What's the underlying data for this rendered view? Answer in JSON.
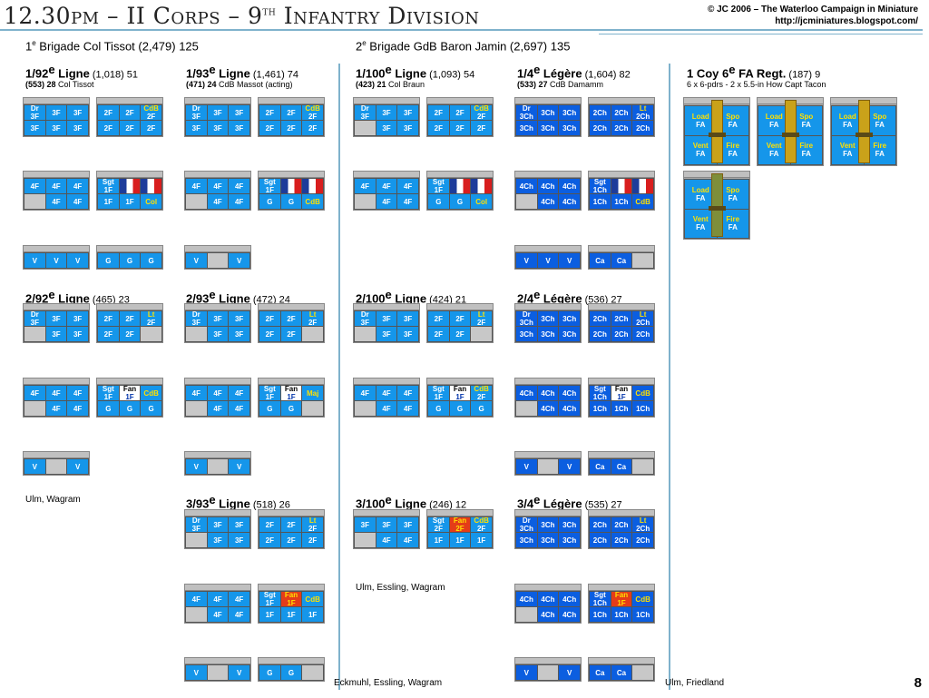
{
  "header": {
    "title_parts": [
      "12.30pm – II Corps – 9",
      "th",
      " Infantry Division"
    ],
    "credit_line1": "© JC 2006 – The Waterloo Campaign in Miniature",
    "credit_line2": "http://jcminiatures.blogspot.com/"
  },
  "page_number": "8",
  "brigades": [
    {
      "p1": "1",
      "p2": "e",
      "p3": " Brigade Col Tissot (2,479) 125"
    },
    {
      "p1": "2",
      "p2": "e",
      "p3": " Brigade GdB Baron Jamin (2,697) 135"
    }
  ],
  "battalions": [
    {
      "id": "b1",
      "name": "1/92",
      "sup": "e",
      "rest": " Ligne",
      "stats": " (1,018) 51",
      "sub_b": "(553) 28",
      "sub": " Col Tissot"
    },
    {
      "id": "b2",
      "name": "1/93",
      "sup": "e",
      "rest": " Ligne",
      "stats": " (1,461) 74",
      "sub_b": "(471) 24",
      "sub": " CdB Massot (acting)"
    },
    {
      "id": "b3",
      "name": "1/100",
      "sup": "e",
      "rest": " Ligne",
      "stats": " (1,093) 54",
      "sub_b": "(423) 21",
      "sub": " Col Braun"
    },
    {
      "id": "b4",
      "name": "1/4",
      "sup": "e",
      "rest": " Légère",
      "stats": " (1,604) 82",
      "sub_b": "(533) 27",
      "sub": " CdB Damamm"
    },
    {
      "id": "b5",
      "name": "2/92",
      "sup": "e",
      "rest": " Ligne",
      "stats": " (465) 23",
      "sub_b": "",
      "sub": ""
    },
    {
      "id": "b6",
      "name": "2/93",
      "sup": "e",
      "rest": " Ligne",
      "stats": " (472) 24",
      "sub_b": "",
      "sub": ""
    },
    {
      "id": "b7",
      "name": "2/100",
      "sup": "e",
      "rest": " Ligne",
      "stats": " (424) 21",
      "sub_b": "",
      "sub": ""
    },
    {
      "id": "b8",
      "name": "2/4",
      "sup": "e",
      "rest": " Légère",
      "stats": " (536) 27",
      "sub_b": "",
      "sub": ""
    },
    {
      "id": "b9",
      "name": "3/93",
      "sup": "e",
      "rest": " Ligne",
      "stats": " (518) 26",
      "sub_b": "",
      "sub": ""
    },
    {
      "id": "b10",
      "name": "3/100",
      "sup": "e",
      "rest": " Ligne",
      "stats": " (246) 12",
      "sub_b": "",
      "sub": ""
    },
    {
      "id": "b11",
      "name": "3/4",
      "sup": "e",
      "rest": " Légère",
      "stats": " (535) 27",
      "sub_b": "",
      "sub": ""
    }
  ],
  "artillery": {
    "name": "1 Coy 6",
    "sup": "e",
    "rest": " FA Regt.",
    "stats": " (187) 9",
    "sub": "6 x 6-pdrs - 2 x 5.5-in How Capt Tacon",
    "cells": [
      "Load\nFA",
      "Spo\nFA",
      "Vent\nFA",
      "Fire\nFA"
    ]
  },
  "notes": [
    "Ulm, Wagram",
    "Ulm, Essling, Wagram",
    "Eckmuhl, Essling, Wagram",
    "Ulm, Friedland"
  ],
  "trays": [
    {
      "id": "b1-1",
      "cells": [
        "Dr\n3F",
        "3F",
        "3F",
        "3F",
        "3F",
        "3F"
      ]
    },
    {
      "id": "b1-2",
      "cells": [
        "2F",
        "2F",
        "CdB\n2F",
        "2F",
        "2F",
        "2F"
      ]
    },
    {
      "id": "b1-3",
      "cells": [
        "4F",
        "4F",
        "4F",
        "",
        "4F",
        "4F"
      ]
    },
    {
      "id": "b1-4",
      "cells": [
        "Sgt\n1F",
        "FLAG",
        "",
        "1F",
        "1F",
        "Col"
      ]
    },
    {
      "id": "b1-5",
      "cells": [
        "V",
        "V",
        "V"
      ]
    },
    {
      "id": "b1-6",
      "cells": [
        "G",
        "G",
        "G"
      ]
    },
    {
      "id": "b2-1",
      "cells": [
        "Dr\n3F",
        "3F",
        "3F",
        "3F",
        "3F",
        "3F"
      ]
    },
    {
      "id": "b2-2",
      "cells": [
        "2F",
        "2F",
        "CdB\n2F",
        "2F",
        "2F",
        "2F"
      ]
    },
    {
      "id": "b2-3",
      "cells": [
        "4F",
        "4F",
        "4F",
        "",
        "4F",
        "4F"
      ]
    },
    {
      "id": "b2-4",
      "cells": [
        "Sgt\n1F",
        "FLAG",
        "",
        "G",
        "G",
        "CdB"
      ]
    },
    {
      "id": "b2-5",
      "cells": [
        "V",
        "",
        "V"
      ]
    },
    {
      "id": "b3-1",
      "cells": [
        "Dr\n3F",
        "3F",
        "3F",
        "",
        "3F",
        "3F"
      ]
    },
    {
      "id": "b3-2",
      "cells": [
        "2F",
        "2F",
        "CdB\n2F",
        "2F",
        "2F",
        "2F"
      ]
    },
    {
      "id": "b3-3",
      "cells": [
        "4F",
        "4F",
        "4F",
        "",
        "4F",
        "4F"
      ]
    },
    {
      "id": "b3-4",
      "cells": [
        "Sgt\n1F",
        "FLAG",
        "",
        "G",
        "G",
        "Col"
      ]
    },
    {
      "id": "b4-1",
      "cells": [
        "Dr\n3Ch",
        "3Ch",
        "3Ch",
        "3Ch",
        "3Ch",
        "3Ch"
      ]
    },
    {
      "id": "b4-2",
      "cells": [
        "2Ch",
        "2Ch",
        "Lt\n2Ch",
        "2Ch",
        "2Ch",
        "2Ch"
      ]
    },
    {
      "id": "b4-3",
      "cells": [
        "4Ch",
        "4Ch",
        "4Ch",
        "",
        "4Ch",
        "4Ch"
      ]
    },
    {
      "id": "b4-4",
      "cells": [
        "Sgt\n1Ch",
        "FLAG",
        "",
        "1Ch",
        "1Ch",
        "CdB"
      ]
    },
    {
      "id": "b4-5",
      "cells": [
        "V",
        "V",
        "V"
      ]
    },
    {
      "id": "b4-6",
      "cells": [
        "Ca",
        "Ca",
        ""
      ]
    },
    {
      "id": "b5-1",
      "cells": [
        "Dr\n3F",
        "3F",
        "3F",
        "",
        "3F",
        "3F"
      ]
    },
    {
      "id": "b5-2",
      "cells": [
        "2F",
        "2F",
        "Lt\n2F",
        "2F",
        "2F",
        ""
      ]
    },
    {
      "id": "b5-3",
      "cells": [
        "4F",
        "4F",
        "4F",
        "",
        "4F",
        "4F"
      ]
    },
    {
      "id": "b5-4",
      "cells": [
        "Sgt\n1F",
        "Fan\n1F",
        "CdB",
        "G",
        "G",
        "G"
      ]
    },
    {
      "id": "b5-5",
      "cells": [
        "V",
        "",
        "V"
      ]
    },
    {
      "id": "b6-1",
      "cells": [
        "Dr\n3F",
        "3F",
        "3F",
        "",
        "3F",
        "3F"
      ]
    },
    {
      "id": "b6-2",
      "cells": [
        "2F",
        "2F",
        "Lt\n2F",
        "2F",
        "2F",
        ""
      ]
    },
    {
      "id": "b6-3",
      "cells": [
        "4F",
        "4F",
        "4F",
        "",
        "4F",
        "4F"
      ]
    },
    {
      "id": "b6-4",
      "cells": [
        "Sgt\n1F",
        "Fan\n1F",
        "Maj",
        "G",
        "G",
        ""
      ]
    },
    {
      "id": "b6-5",
      "cells": [
        "V",
        "",
        "V"
      ]
    },
    {
      "id": "b7-1",
      "cells": [
        "Dr\n3F",
        "3F",
        "3F",
        "",
        "3F",
        "3F"
      ]
    },
    {
      "id": "b7-2",
      "cells": [
        "2F",
        "2F",
        "Lt\n2F",
        "2F",
        "2F",
        ""
      ]
    },
    {
      "id": "b7-3",
      "cells": [
        "4F",
        "4F",
        "4F",
        "",
        "4F",
        "4F"
      ]
    },
    {
      "id": "b7-4",
      "cells": [
        "Sgt\n1F",
        "Fan\n1F",
        "CdB\n2F",
        "G",
        "G",
        "G"
      ]
    },
    {
      "id": "b8-1",
      "cells": [
        "Dr\n3Ch",
        "3Ch",
        "3Ch",
        "3Ch",
        "3Ch",
        "3Ch"
      ]
    },
    {
      "id": "b8-2",
      "cells": [
        "2Ch",
        "2Ch",
        "Lt\n2Ch",
        "2Ch",
        "2Ch",
        "2Ch"
      ]
    },
    {
      "id": "b8-3",
      "cells": [
        "4Ch",
        "4Ch",
        "4Ch",
        "",
        "4Ch",
        "4Ch"
      ]
    },
    {
      "id": "b8-4",
      "cells": [
        "Sgt\n1Ch",
        "Fan\n1F",
        "CdB",
        "1Ch",
        "1Ch",
        "1Ch"
      ]
    },
    {
      "id": "b8-5",
      "cells": [
        "V",
        "",
        "V"
      ]
    },
    {
      "id": "b8-6",
      "cells": [
        "Ca",
        "Ca",
        ""
      ]
    },
    {
      "id": "b9-1",
      "cells": [
        "Dr\n3F",
        "3F",
        "3F",
        "",
        "3F",
        "3F"
      ]
    },
    {
      "id": "b9-2",
      "cells": [
        "2F",
        "2F",
        "Lt\n2F",
        "2F",
        "2F",
        "2F"
      ]
    },
    {
      "id": "b9-3",
      "cells": [
        "4F",
        "4F",
        "4F",
        "",
        "4F",
        "4F"
      ]
    },
    {
      "id": "b9-4",
      "cells": [
        "Sgt\n1F",
        "Fan\n1F",
        "CdB",
        "1F",
        "1F",
        "1F"
      ]
    },
    {
      "id": "b9-5",
      "cells": [
        "V",
        "",
        "V"
      ]
    },
    {
      "id": "b9-6",
      "cells": [
        "G",
        "G",
        ""
      ]
    },
    {
      "id": "b10-1",
      "cells": [
        "3F",
        "3F",
        "3F",
        "",
        "4F",
        "4F"
      ]
    },
    {
      "id": "b10-2",
      "cells": [
        "Sgt\n2F",
        "Fan\n2F",
        "CdB\n2F",
        "1F",
        "1F",
        "1F"
      ]
    },
    {
      "id": "b11-1",
      "cells": [
        "Dr\n3Ch",
        "3Ch",
        "3Ch",
        "3Ch",
        "3Ch",
        "3Ch"
      ]
    },
    {
      "id": "b11-2",
      "cells": [
        "2Ch",
        "2Ch",
        "Lt\n2Ch",
        "2Ch",
        "2Ch",
        "2Ch"
      ]
    },
    {
      "id": "b11-3",
      "cells": [
        "4Ch",
        "4Ch",
        "4Ch",
        "",
        "4Ch",
        "4Ch"
      ]
    },
    {
      "id": "b11-4",
      "cells": [
        "Sgt\n1Ch",
        "Fan\n1F",
        "CdB",
        "1Ch",
        "1Ch",
        "1Ch"
      ]
    },
    {
      "id": "b11-5",
      "cells": [
        "V",
        "",
        "V"
      ]
    },
    {
      "id": "b11-6",
      "cells": [
        "Ca",
        "Ca",
        ""
      ]
    }
  ]
}
